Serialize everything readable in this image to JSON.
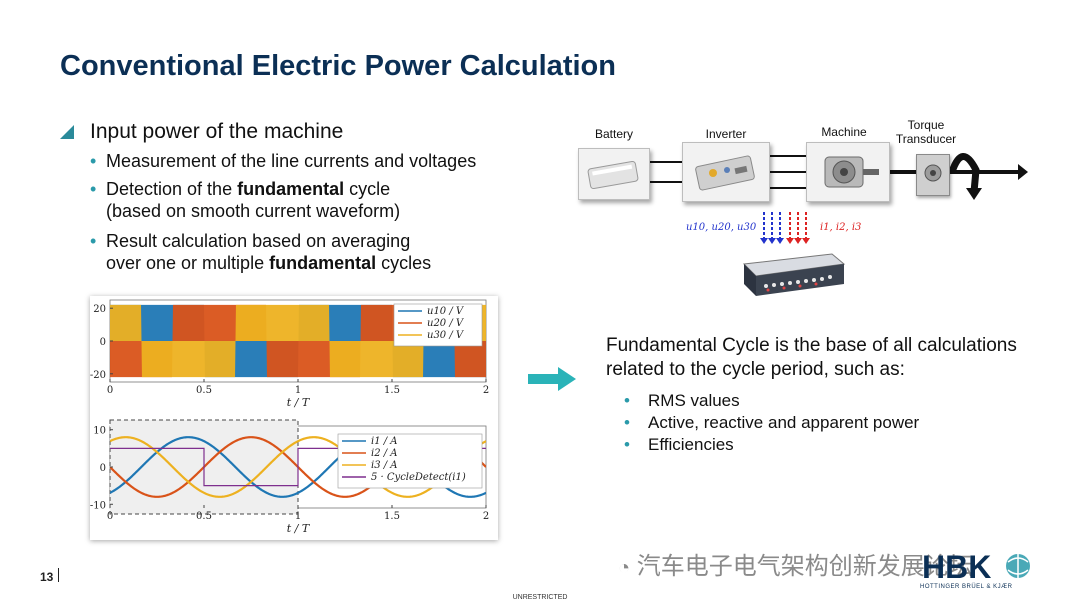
{
  "slide": {
    "title": "Conventional Electric Power Calculation",
    "bullet_main": "Input power of the machine",
    "sub_bullets": [
      {
        "text": "Measurement of the line currents and voltages"
      },
      {
        "pre": "Detection of the ",
        "bold": "fundamental",
        "post": " cycle",
        "line2": "(based on smooth current waveform)"
      },
      {
        "pre": "Result calculation based on averaging",
        "line2pre": "over one or multiple ",
        "bold": "fundamental",
        "post": " cycles"
      }
    ],
    "page_number": "13",
    "footer": "UNRESTRICTED"
  },
  "diagram": {
    "labels": {
      "battery": "Battery",
      "inverter": "Inverter",
      "machine": "Machine",
      "torque": "Torque",
      "transducer": "Transducer"
    },
    "voltage_label": "u10, u20, u30",
    "current_label": "i1, i2, i3",
    "voltage_color": "#2233cc",
    "current_color": "#dd2222"
  },
  "right_text": {
    "heading_line1": "Fundamental Cycle is the base of all calculations",
    "heading_line2": "related to the cycle period, such as:",
    "bullets": [
      "RMS values",
      "Active, reactive and apparent power",
      "Efficiencies"
    ]
  },
  "watermark": "汽车电子电气架构创新发展论坛",
  "logo": {
    "text": "HBK",
    "subtitle": "HOTTINGER BRÜEL & KJÆR"
  },
  "colors": {
    "title": "#0b2f55",
    "accent": "#2a9aaa",
    "u10": "#1f77b4",
    "u20": "#d95319",
    "u30": "#edb120",
    "cycle": "#7e2f8e"
  },
  "chart_data": [
    {
      "type": "line",
      "title": "",
      "xlabel": "t / T",
      "ylabel": "",
      "xlim": [
        0,
        2
      ],
      "ylim": [
        -25,
        25
      ],
      "x_ticks": [
        "0",
        "0.5",
        "1",
        "1.5",
        "2"
      ],
      "y_ticks": [
        "20",
        "0",
        "-20"
      ],
      "legend_position": "top-right",
      "series": [
        {
          "name": "u10 / V",
          "shape": "six-step square wave",
          "amplitude": 22,
          "phase_deg": 0
        },
        {
          "name": "u20 / V",
          "shape": "six-step square wave",
          "amplitude": 22,
          "phase_deg": -120
        },
        {
          "name": "u30 / V",
          "shape": "six-step square wave",
          "amplitude": 22,
          "phase_deg": 120
        }
      ]
    },
    {
      "type": "line",
      "title": "",
      "xlabel": "t / T",
      "ylabel": "",
      "xlim": [
        0,
        2
      ],
      "ylim": [
        -11,
        11
      ],
      "x_ticks": [
        "0",
        "0.5",
        "1",
        "1.5",
        "2"
      ],
      "y_ticks": [
        "10",
        "0",
        "-10"
      ],
      "legend_position": "top-right",
      "series": [
        {
          "name": "i1 / A",
          "shape": "sine",
          "amplitude": 8,
          "phase_deg": -60
        },
        {
          "name": "i2 / A",
          "shape": "sine",
          "amplitude": 8,
          "phase_deg": -180
        },
        {
          "name": "i3 / A",
          "shape": "sine",
          "amplitude": 8,
          "phase_deg": 60
        },
        {
          "name": "5 · CycleDetect(i1)",
          "shape": "step",
          "x": [
            0,
            0.5,
            0.5,
            1,
            1,
            2
          ],
          "y": [
            5,
            5,
            -5,
            -5,
            5,
            5
          ]
        }
      ],
      "highlight_cycle": [
        0,
        1
      ]
    }
  ]
}
